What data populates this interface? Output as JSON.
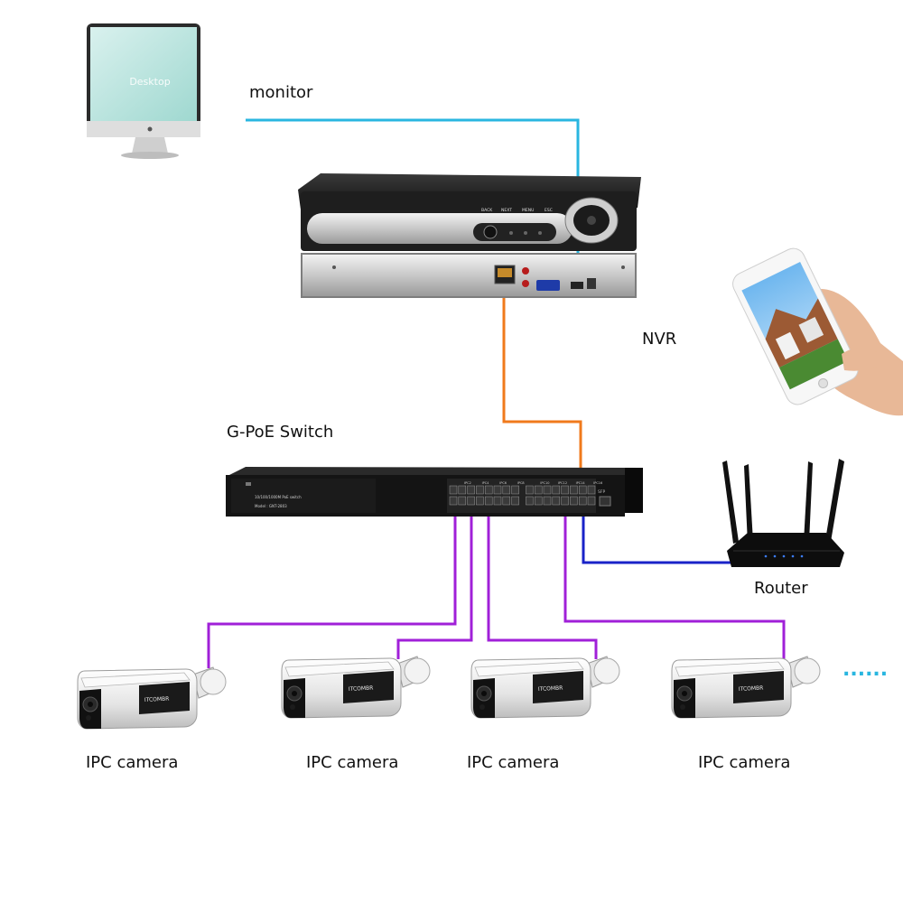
{
  "labels": {
    "monitor": "monitor",
    "nvr": "NVR",
    "switch": "G-PoE Switch",
    "router": "Router",
    "cameras": [
      "IPC camera",
      "IPC camera",
      "IPC camera",
      "IPC camera"
    ],
    "more": "......"
  },
  "screen_text": "Desktop",
  "nvr_buttons": [
    "BACK",
    "NEXT",
    "MENU",
    "ESC"
  ],
  "switch_text": {
    "model_line": "10/100/1000M PoE switch",
    "model_number": "Model : GNT-2803",
    "sfp": "SFP",
    "ports": [
      "IPC2",
      "IPC4",
      "IPC6",
      "IPC8",
      "IPC10",
      "IPC12",
      "IPC14",
      "IPC16"
    ]
  },
  "camera_brand": "ITCOMBR",
  "colors": {
    "hdmi_cable": "#29b6e0",
    "uplink_cable": "#f07a1c",
    "router_cable": "#1a23c8",
    "camera_cable": "#a020d8",
    "more_dots": "#29b6e0"
  }
}
